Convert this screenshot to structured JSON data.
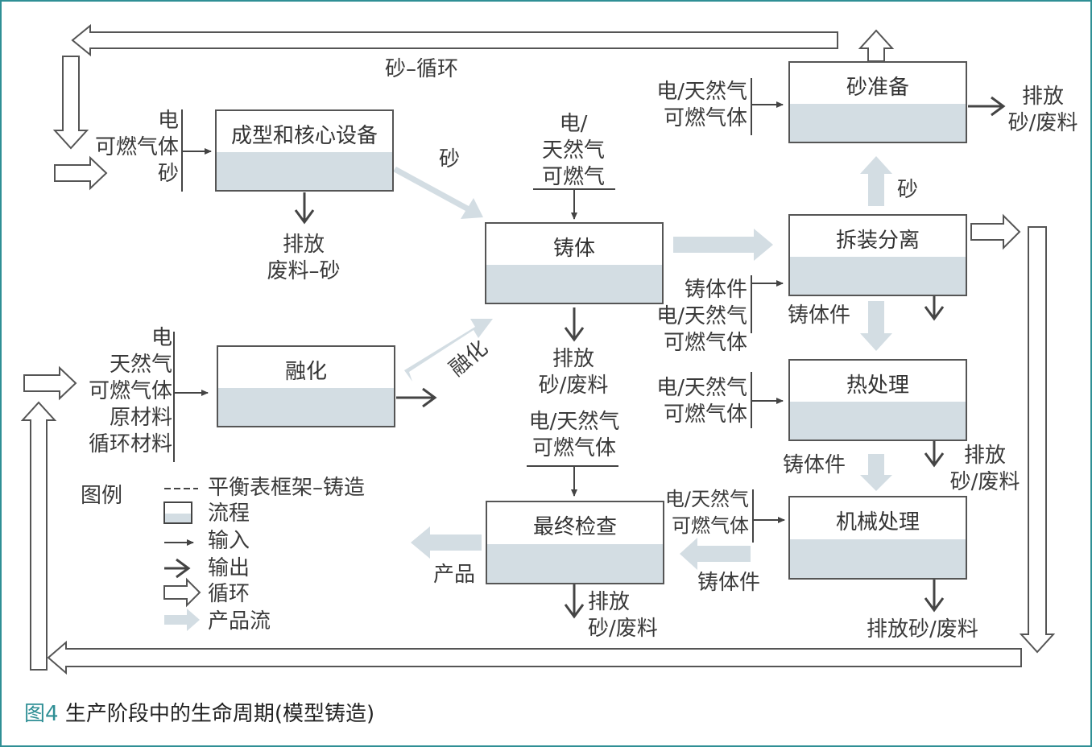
{
  "caption": {
    "figure": "图4",
    "title": "生产阶段中的生命周期(模型铸造)"
  },
  "processes": {
    "molding": "成型和核心设备",
    "casting": "铸体",
    "melting": "融化",
    "sand_prep": "砂准备",
    "shakeout": "拆装分离",
    "heat_treat": "热处理",
    "machining": "机械处理",
    "final_inspection": "最终检查"
  },
  "labels": {
    "sand_recycle": "砂–循环",
    "molding_in": [
      "电",
      "可燃气体",
      "砂"
    ],
    "molding_out": [
      "排放",
      "废料–砂"
    ],
    "sand": "砂",
    "casting_in": [
      "电/",
      "天然气",
      "可燃气"
    ],
    "casting_out": [
      "排放",
      "砂/废料"
    ],
    "melting_in": [
      "电",
      "天然气",
      "可燃气体",
      "原材料",
      "循环材料"
    ],
    "melting_flow": "融化",
    "sandprep_in": [
      "电/天然气",
      "可燃气体"
    ],
    "sandprep_out": [
      "排放",
      "砂/废料"
    ],
    "sand_up": "砂",
    "shakeout_in": [
      "铸体件",
      "电/天然气",
      "可燃气体"
    ],
    "castings_down1": "铸体件",
    "heat_in": [
      "电/天然气",
      "可燃气体"
    ],
    "heat_out": [
      "排放",
      "砂/废料"
    ],
    "castings_down2": "铸体件",
    "mach_in": [
      "电/天然气",
      "可燃气体"
    ],
    "castings_left": "铸体件",
    "mach_out": "排放砂/废料",
    "final_in": [
      "电/天然气",
      "可燃气体"
    ],
    "final_out": [
      "排放",
      "砂/废料"
    ],
    "product": "产品"
  },
  "legend": {
    "title": "图例",
    "items": [
      "平衡表框架–铸造",
      "流程",
      "输入",
      "输出",
      "循环",
      "产品流"
    ]
  },
  "colors": {
    "frame": "#2f8f95",
    "product_flow": "#d3dde3",
    "line": "#444444"
  }
}
